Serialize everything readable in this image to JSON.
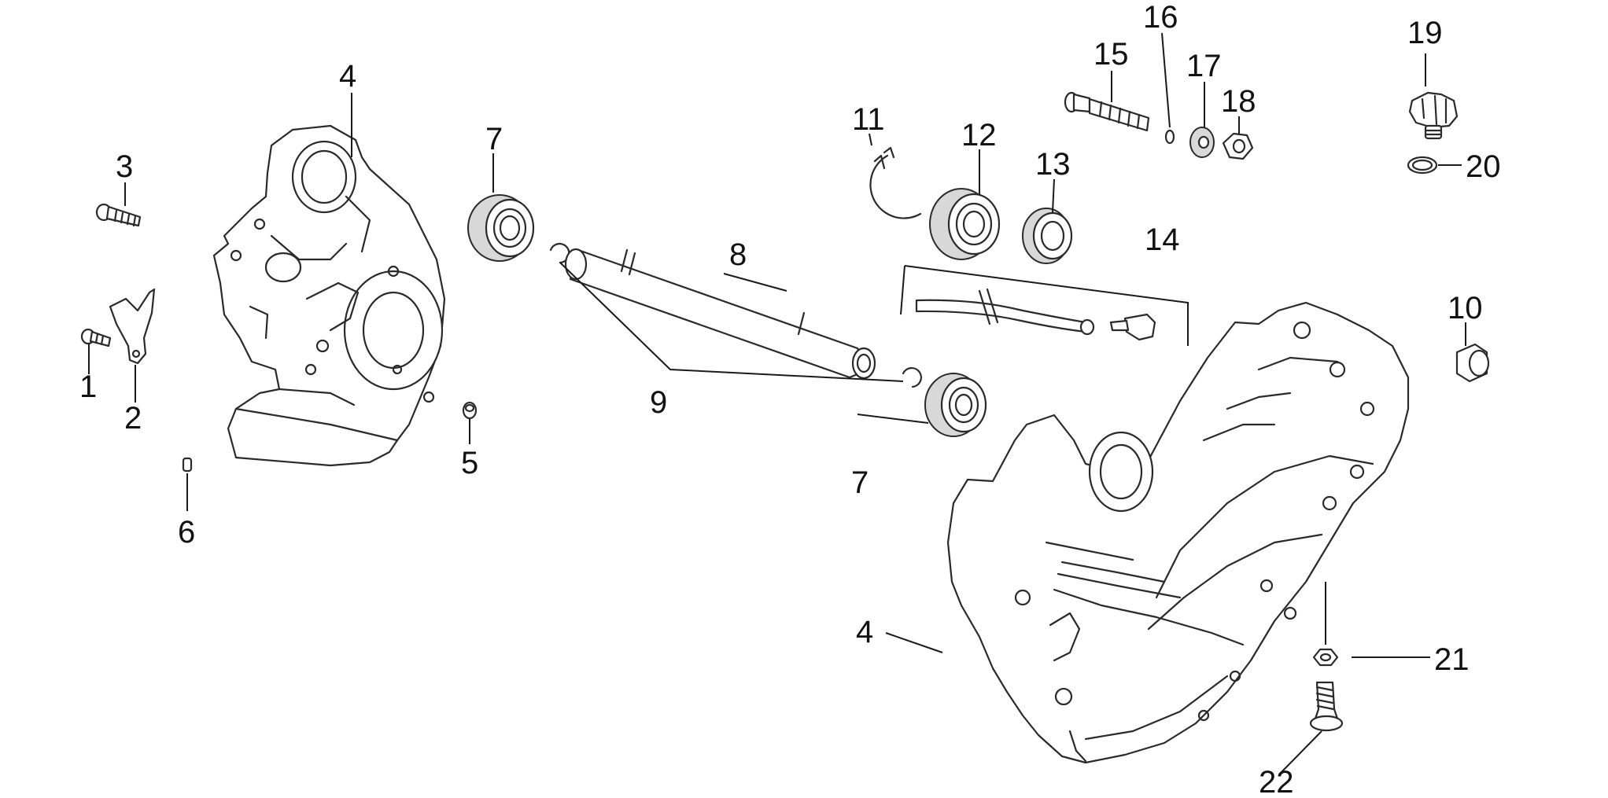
{
  "diagram": {
    "callouts": [
      {
        "id": "c1",
        "label": "1"
      },
      {
        "id": "c2",
        "label": "2"
      },
      {
        "id": "c3",
        "label": "3"
      },
      {
        "id": "c4a",
        "label": "4"
      },
      {
        "id": "c4b",
        "label": "4"
      },
      {
        "id": "c5",
        "label": "5"
      },
      {
        "id": "c6",
        "label": "6"
      },
      {
        "id": "c7a",
        "label": "7"
      },
      {
        "id": "c7b",
        "label": "7"
      },
      {
        "id": "c8",
        "label": "8"
      },
      {
        "id": "c9",
        "label": "9"
      },
      {
        "id": "c10",
        "label": "10"
      },
      {
        "id": "c11",
        "label": "11"
      },
      {
        "id": "c12",
        "label": "12"
      },
      {
        "id": "c13",
        "label": "13"
      },
      {
        "id": "c14",
        "label": "14"
      },
      {
        "id": "c15",
        "label": "15"
      },
      {
        "id": "c16",
        "label": "16"
      },
      {
        "id": "c17",
        "label": "17"
      },
      {
        "id": "c18",
        "label": "18"
      },
      {
        "id": "c19",
        "label": "19"
      },
      {
        "id": "c20",
        "label": "20"
      },
      {
        "id": "c21",
        "label": "21"
      },
      {
        "id": "c22",
        "label": "22"
      }
    ]
  }
}
